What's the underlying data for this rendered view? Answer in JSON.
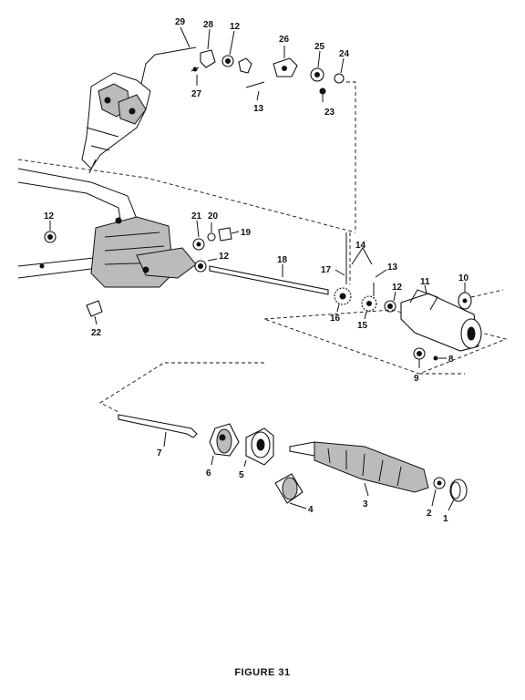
{
  "figure_caption": "FIGURE 31",
  "callouts": [
    "1",
    "2",
    "3",
    "4",
    "5",
    "6",
    "7",
    "8",
    "9",
    "10",
    "11",
    "12",
    "13",
    "14",
    "15",
    "16",
    "17",
    "18",
    "19",
    "20",
    "21",
    "22",
    "23",
    "24",
    "25",
    "26",
    "27",
    "28",
    "29"
  ]
}
